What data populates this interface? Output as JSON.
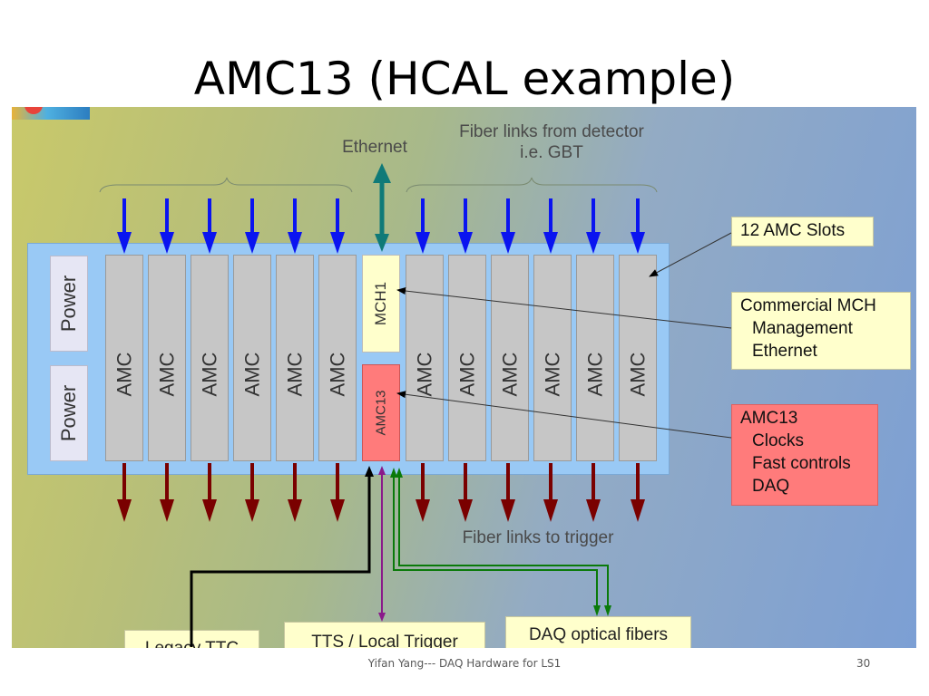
{
  "slide": {
    "title": "AMC13 (HCAL example)",
    "footer_text": "Yifan Yang--- DAQ Hardware for LS1",
    "page_number": "30"
  },
  "diagram": {
    "ethernet_label": "Ethernet",
    "fiber_from_label_line1": "Fiber links from detector",
    "fiber_from_label_line2": "i.e. GBT",
    "fiber_to_label": "Fiber links to trigger",
    "power_label": "Power",
    "amc_label": "AMC",
    "mch_label": "MCH1",
    "amc13_box_label": "AMC13",
    "callouts": {
      "amc_slots": "12 AMC Slots",
      "mch_title": "Commercial MCH",
      "mch_line1": "Management",
      "mch_line2": "Ethernet",
      "amc13_title": "AMC13",
      "amc13_line1": "Clocks",
      "amc13_line2": "Fast controls",
      "amc13_line3": "DAQ"
    },
    "bottom_boxes": {
      "legacy_ttc": "Legacy TTC",
      "tts": "TTS / Local Trigger",
      "daq_fibers": "DAQ optical fibers"
    },
    "colors": {
      "input_arrow": "#0a14f0",
      "output_arrow": "#7a0000",
      "ethernet_arrow": "#0f7a78",
      "daq_line": "#0a7a0a",
      "tts_line": "#8a1a8a",
      "ttc_line": "#000000",
      "crate_bg": "#99c9f5",
      "amc_card": "#c6c6c6",
      "mch_card": "#ffffcc",
      "amc13_card": "#ff7b7b"
    }
  }
}
